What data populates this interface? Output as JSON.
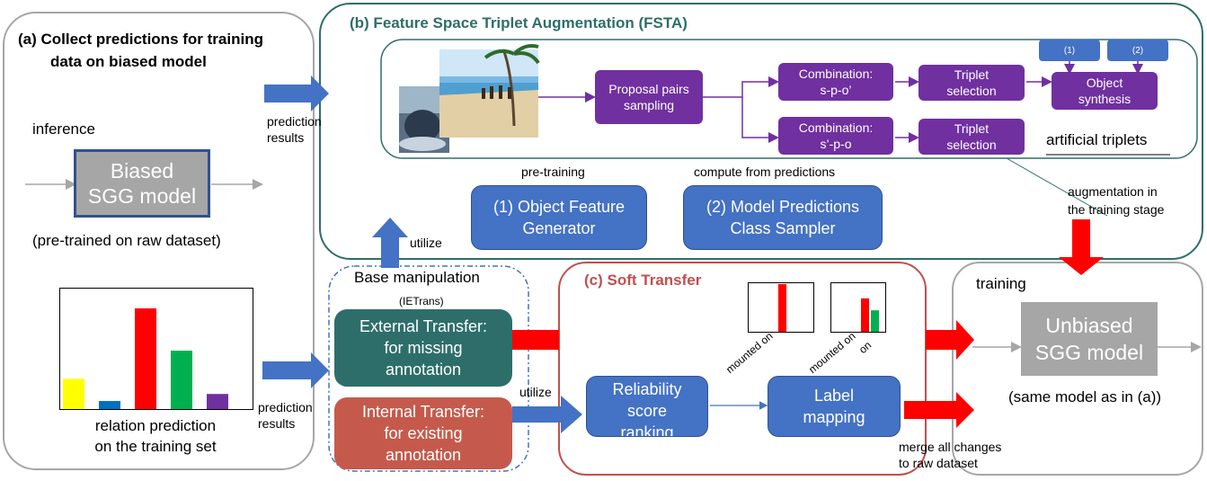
{
  "panel_a": {
    "title_line1": "(a) Collect predictions for training",
    "title_line2": "data on biased model",
    "inference": "inference",
    "model": "Biased\nSGG model",
    "pretrained": "(pre-trained on raw dataset)",
    "relation_label": "relation prediction\non the training set",
    "bar_values": [
      30,
      8,
      100,
      58,
      15
    ],
    "bar_colors": [
      "#ffff00",
      "#0070c0",
      "#ff0000",
      "#00b050",
      "#7030a0"
    ]
  },
  "arrows": {
    "prediction_results_top": "prediction\nresults",
    "prediction_results_bottom": "prediction\nresults",
    "utilize_up": "utilize",
    "utilize_right": "utilize",
    "augmentation": "augmentation in\nthe training stage",
    "merge": "merge all changes\nto raw dataset"
  },
  "panel_b": {
    "title": "(b) Feature Space Triplet Augmentation (FSTA)",
    "proposal": "Proposal pairs\nsampling",
    "comb1": "Combination:\ns-p-o’",
    "comb2": "Combination:\ns’-p-o",
    "triplet1": "Triplet\nselection",
    "triplet2": "Triplet\nselection",
    "synthesis": "Object\nsynthesis",
    "tag1": "(1)",
    "tag2": "(2)",
    "artificial": "artificial triplets",
    "pretraining": "pre-training",
    "compute": "compute from predictions",
    "generator": "(1) Object Feature\nGenerator",
    "sampler": "(2) Model Predictions\nClass Sampler"
  },
  "base": {
    "title": "Base manipulation",
    "subtitle": "(IETrans)",
    "external": "External Transfer:\nfor missing\nannotation",
    "internal": "Internal Transfer:\nfor existing\nannotation"
  },
  "panel_c": {
    "title": "(c) Soft Transfer",
    "reliability": "Reliability\nscore\nranking",
    "label_mapping": "Label\nmapping",
    "chart1_label": "mounted on",
    "chart2_label1": "mounted on",
    "chart2_label2": "on",
    "chart1_values": [
      1.0
    ],
    "chart2_values": [
      0.7,
      0.45
    ]
  },
  "training": {
    "title": "training",
    "model": "Unbiased\nSGG model",
    "same": "(same model as in (a))"
  },
  "colors": {
    "purple": "#7030a0",
    "blue": "#4472c4",
    "teal": "#2e6e6a",
    "red": "#ff0000",
    "soft_red": "#c55a4c",
    "panel_b_border": "#2e6e6a",
    "panel_c_border": "#c0504d",
    "gray": "#a6a6a6"
  }
}
